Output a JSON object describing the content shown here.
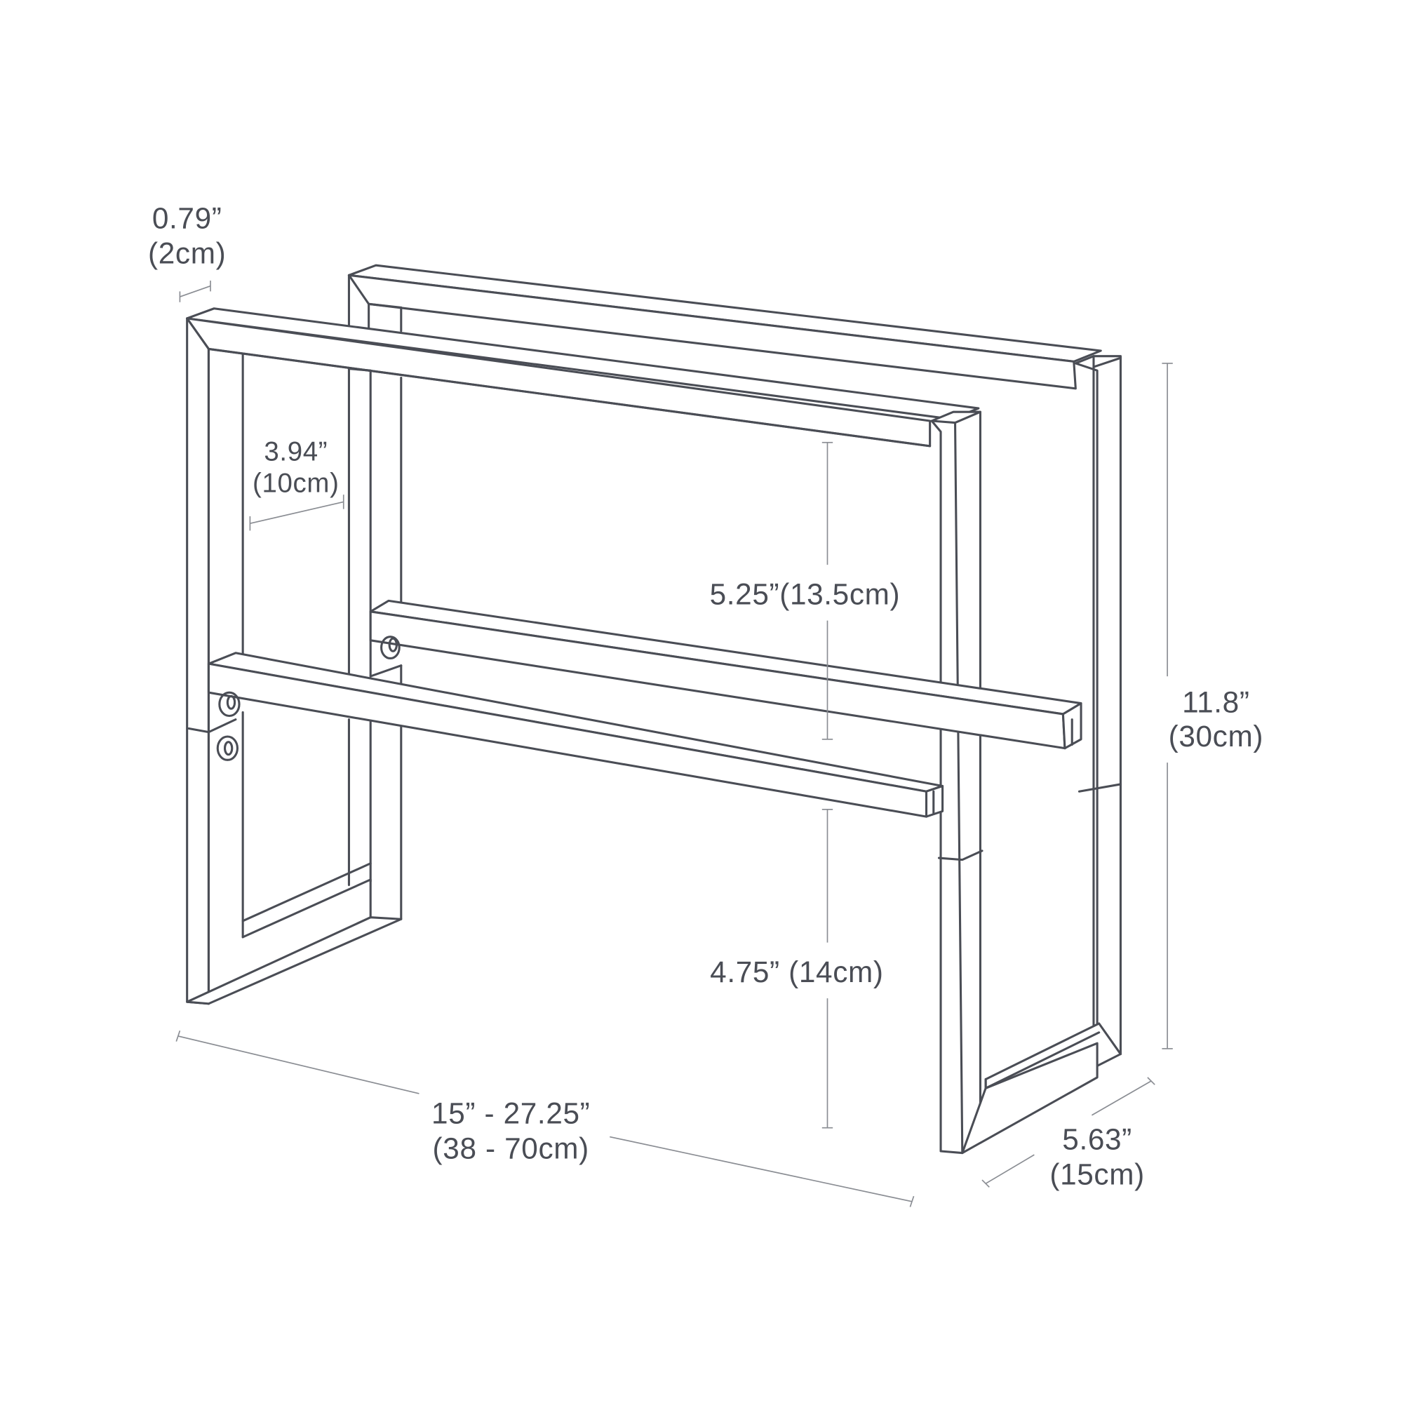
{
  "diagram": {
    "subject": "expandable two-tier shelf rack, isometric line drawing",
    "colors": {
      "line": "#4a4d55",
      "dimension_line": "#8a8d93",
      "text": "#4a4d55",
      "background": "#ffffff"
    },
    "dimensions": {
      "frame_thickness": {
        "imperial": "0.79”",
        "metric": "(2cm)"
      },
      "inner_depth": {
        "imperial": "3.94”",
        "metric": "(10cm)"
      },
      "upper_clearance": {
        "label": "5.25”(13.5cm)"
      },
      "lower_clearance": {
        "label": "4.75” (14cm)"
      },
      "height": {
        "imperial": "11.8”",
        "metric": "(30cm)"
      },
      "width": {
        "imperial": "15” - 27.25”",
        "metric": "(38 - 70cm)"
      },
      "depth": {
        "imperial": "5.63”",
        "metric": "(15cm)"
      }
    }
  }
}
